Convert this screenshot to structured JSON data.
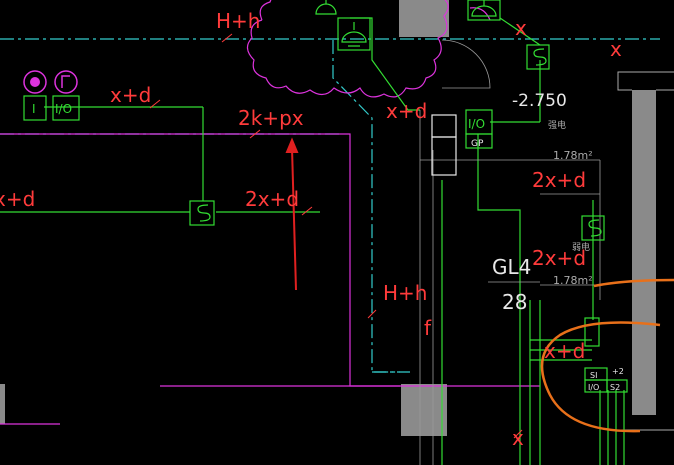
{
  "colors": {
    "background": "#000000",
    "annotation_red": "#ff3b3b",
    "wire_green": "#33dd33",
    "boundary_magenta": "#dd33dd",
    "duct_cyan": "#33cccc",
    "wall_gray": "#8a8a8a",
    "text_white": "#e8e8e8",
    "markup_orange": "#e8701a",
    "arrow_red": "#e02020"
  },
  "labels": {
    "top_hh": "H+h",
    "top_x": "x",
    "top_right_x": "x",
    "left_xd": "x+d",
    "mid_2kpx": "2k+px",
    "center_xd": "x+d",
    "left_edge_xd": "x+d",
    "center_2xd": "2x+d",
    "elevation": "-2.750",
    "small_text_1": "强电",
    "dim_1": "1.78m²",
    "right_2xd_1": "2x+d",
    "small_text_2": "弱电",
    "right_2xd_2": "2x+d",
    "dim_2": "1.78m²",
    "gl_tag": "GL4",
    "gl_size": "28",
    "lower_hh": "H+h",
    "lower_f": "f",
    "lower_right_xd": "x+d",
    "bottom_x": "x",
    "box_io": "I/O",
    "box_i": "I",
    "box_s": "S",
    "box_gp": "GP",
    "box_si": "SI",
    "box_s2": "S2",
    "box_plus2": "+2",
    "box_io_small": "I/O"
  }
}
